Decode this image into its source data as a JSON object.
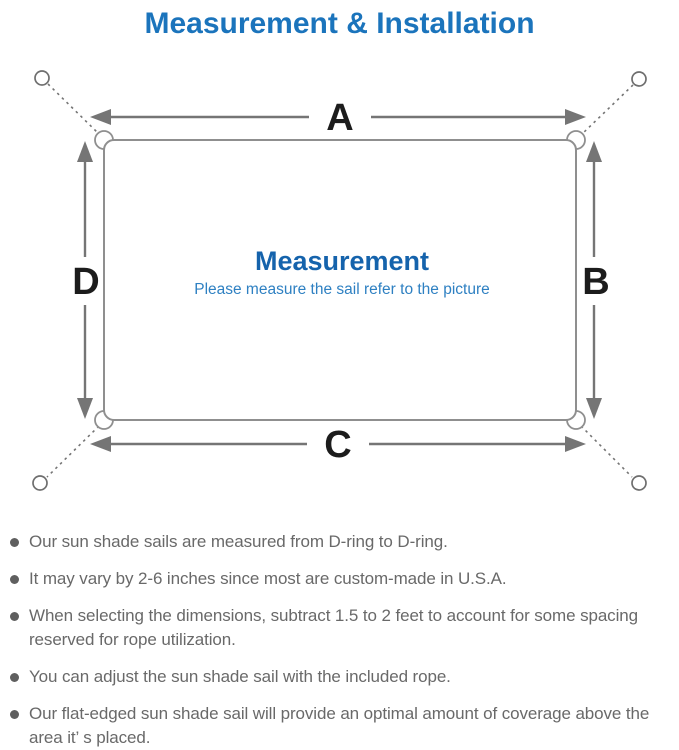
{
  "title": "Measurement & Installation",
  "diagram": {
    "center_title": "Measurement",
    "center_subtitle": "Please measure the sail refer to the picture",
    "dimension_labels": {
      "top": "A",
      "right": "B",
      "bottom": "C",
      "left": "D"
    },
    "icons": {
      "corner_hardware": "d-ring-icon",
      "anchor_point": "anchor-ring-icon",
      "tension_line": "dashed-rope-line",
      "dimension_arrow": "double-headed-arrow"
    },
    "colors": {
      "sail_outline_gray": "#8f8f8f",
      "arrow_gray": "#757575",
      "label_black": "#1c1c1c",
      "center_title_blue": "#1563ac",
      "center_subtitle_blue": "#2e80c2"
    }
  },
  "colors": {
    "accent_blue": "#1b74bc",
    "note_text_gray": "#696969"
  },
  "notes": [
    "Our sun shade sails are measured from D-ring to D-ring.",
    "It may vary by 2-6 inches since most are custom-made in U.S.A.",
    "When selecting the dimensions, subtract 1.5 to 2 feet to account for some spacing reserved for rope utilization.",
    "You can adjust the sun shade sail with the included rope.",
    "Our flat-edged sun shade sail will provide an optimal amount of coverage above the area it’ s placed."
  ]
}
